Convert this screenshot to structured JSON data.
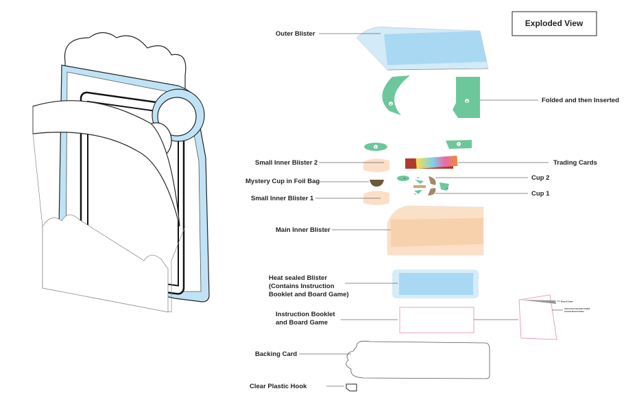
{
  "title": "Exploded View",
  "labels": {
    "outer_blister": "Outer Blister",
    "folded_inserted": "Folded and then Inserted",
    "small_inner_blister_2": "Small Inner Blister 2",
    "trading_cards": "Trading Cards",
    "mystery_cup": "Mystery Cup in Foil Bag",
    "cup_2": "Cup 2",
    "cup_1": "Cup 1",
    "small_inner_blister_1": "Small Inner Blister 1",
    "main_inner_blister": "Main Inner Blister",
    "heat_sealed": [
      "Heat sealed Blister",
      "(Contains Instruction",
      "Booklet and Board Game)"
    ],
    "instruction_booklet": [
      "Instruction Booklet",
      "and Board Game"
    ],
    "backing_card": "Backing Card",
    "clear_plastic_hook": "Clear Plastic Hook",
    "board_game_small": "Board Game",
    "booklet_folded_small": [
      "Instruction Booklet folded",
      "around Board Game"
    ]
  },
  "part_numbers": [
    "1",
    "2",
    "3",
    "4",
    "5",
    "6",
    "7",
    "8"
  ],
  "colors": {
    "blue": "#bfe3f5",
    "green": "#6cc79a",
    "peach": "#fbe0c8",
    "pink": "#e88aa8",
    "cup": "#a08a6a"
  }
}
